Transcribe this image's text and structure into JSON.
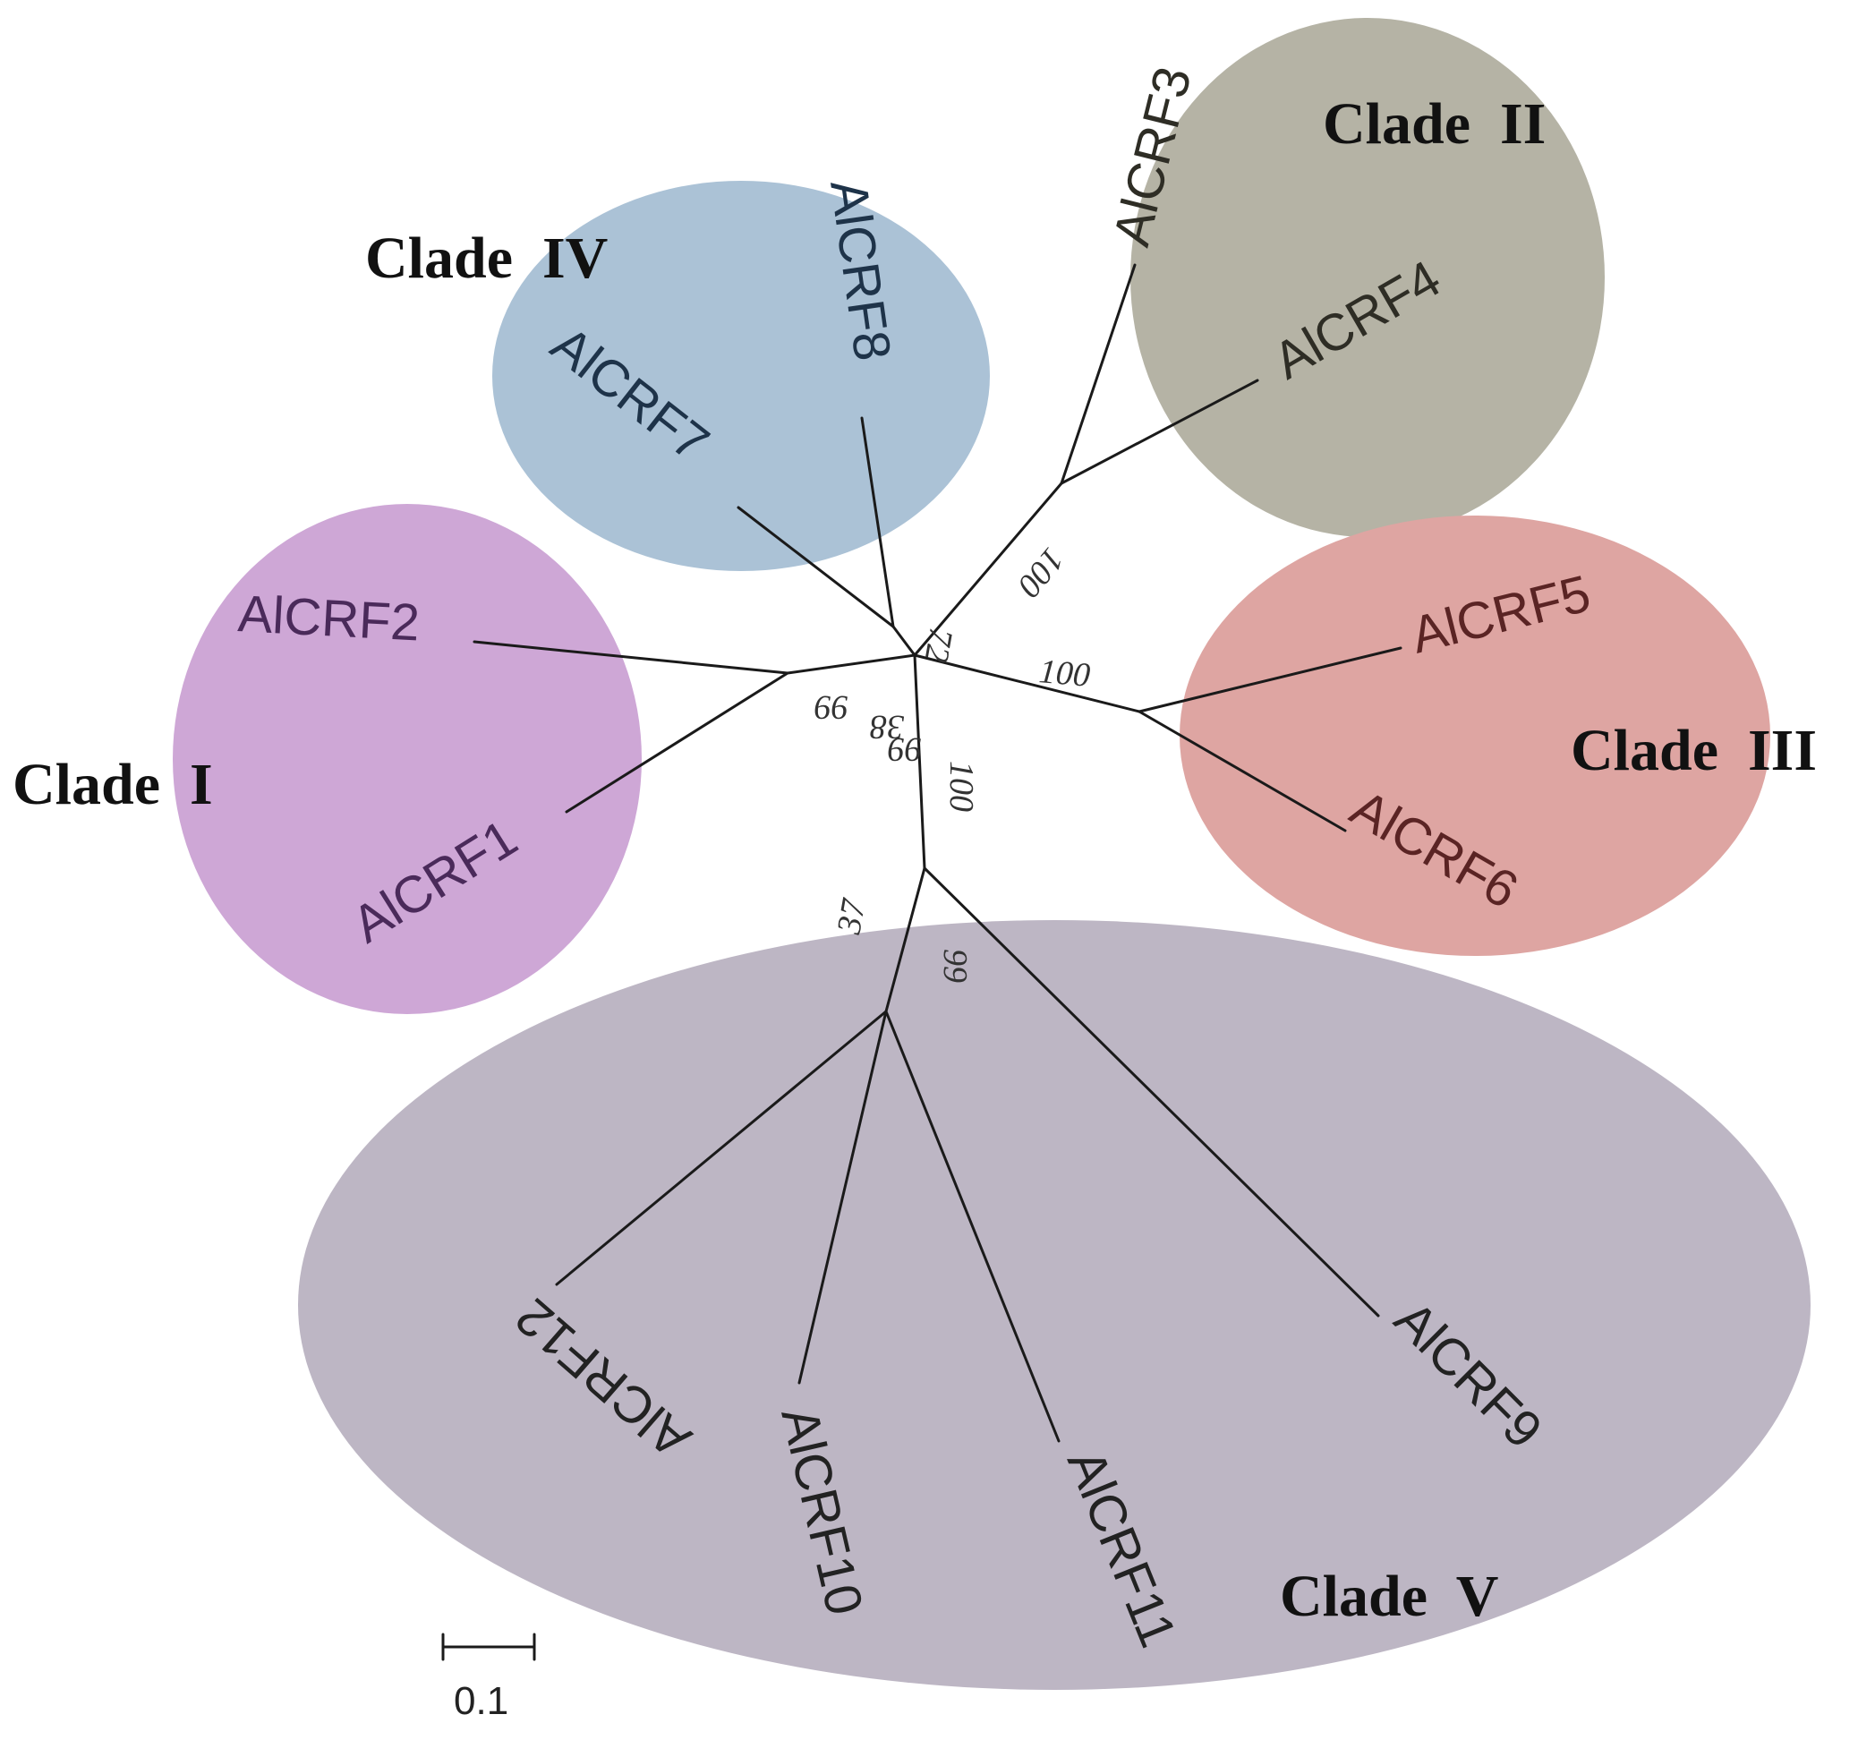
{
  "clades": [
    {
      "id": "I",
      "label": "Clade  I",
      "color": "#cea7d6",
      "text_color": "#4a2a5a"
    },
    {
      "id": "II",
      "label": "Clade  II",
      "color": "#b5b3a5",
      "text_color": "#2e2d25"
    },
    {
      "id": "III",
      "label": "Clade  III",
      "color": "#dea5a2",
      "text_color": "#5a2424"
    },
    {
      "id": "IV",
      "label": "Clade  IV",
      "color": "#abc2d6",
      "text_color": "#1e3349"
    },
    {
      "id": "V",
      "label": "Clade  V",
      "color": "#bdb6c4",
      "text_color": "#222222"
    }
  ],
  "tips": [
    {
      "id": "AlCRF1",
      "label": "AlCRF1",
      "clade": "I"
    },
    {
      "id": "AlCRF2",
      "label": "AlCRF2",
      "clade": "I"
    },
    {
      "id": "AlCRF3",
      "label": "AlCRF3",
      "clade": "II"
    },
    {
      "id": "AlCRF4",
      "label": "AlCRF4",
      "clade": "II"
    },
    {
      "id": "AlCRF5",
      "label": "AlCRF5",
      "clade": "III"
    },
    {
      "id": "AlCRF6",
      "label": "AlCRF6",
      "clade": "III"
    },
    {
      "id": "AlCRF7",
      "label": "AlCRF7",
      "clade": "IV"
    },
    {
      "id": "AlCRF8",
      "label": "AlCRF8",
      "clade": "IV"
    },
    {
      "id": "AlCRF9",
      "label": "AlCRF9",
      "clade": "V"
    },
    {
      "id": "AlCRF10",
      "label": "AlCRF10",
      "clade": "V"
    },
    {
      "id": "AlCRF11",
      "label": "AlCRF11",
      "clade": "V"
    },
    {
      "id": "AlCRF12",
      "label": "AlCRF12",
      "clade": "V"
    }
  ],
  "support_values": [
    {
      "id": "clade-ii-node",
      "value": "100"
    },
    {
      "id": "clade-iii-node",
      "value": "100"
    },
    {
      "id": "clade-v-node",
      "value": "100"
    },
    {
      "id": "clade-iv-node",
      "value": "72"
    },
    {
      "id": "central-1",
      "value": "99"
    },
    {
      "id": "central-2",
      "value": "38"
    },
    {
      "id": "central-3",
      "value": "99"
    },
    {
      "id": "inner-v-a",
      "value": "37"
    },
    {
      "id": "inner-v-b",
      "value": "99"
    }
  ],
  "scale_bar": {
    "label": "0.1"
  }
}
